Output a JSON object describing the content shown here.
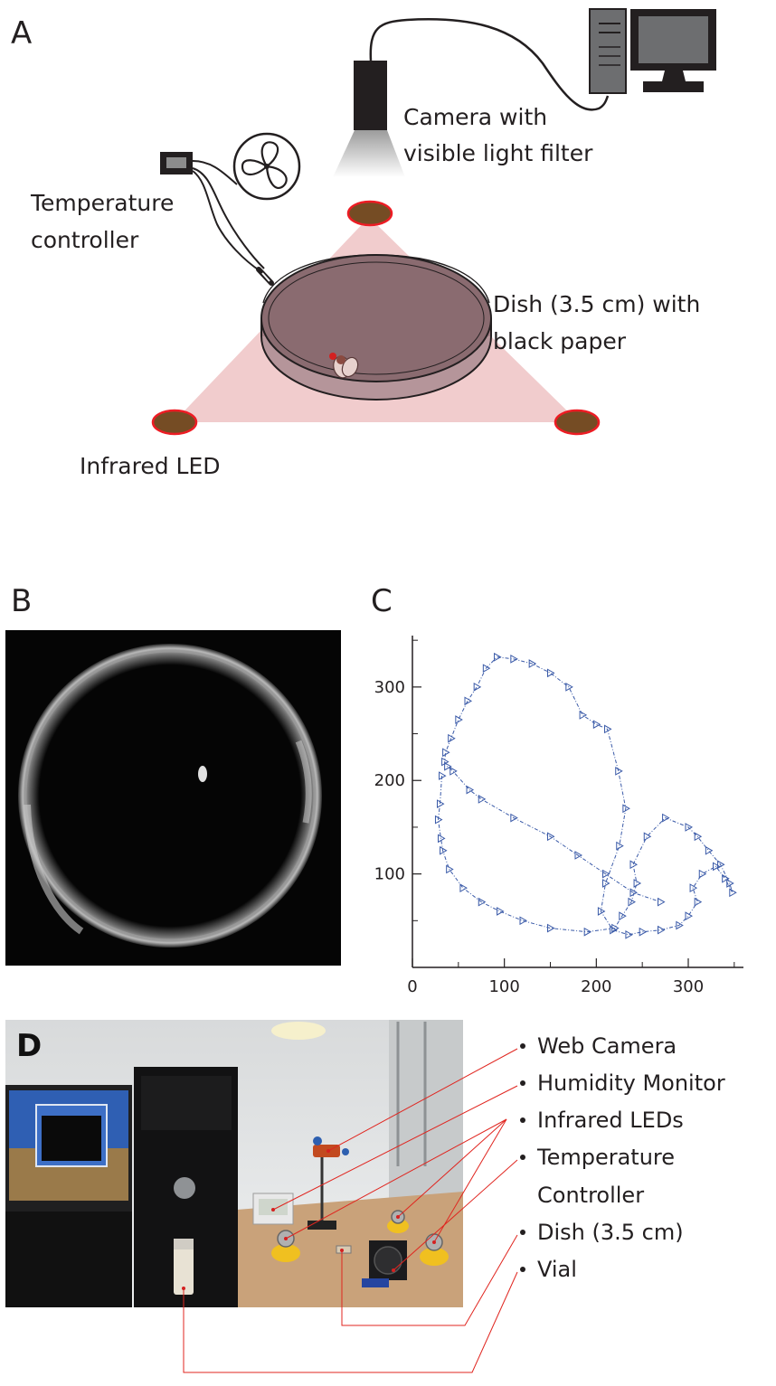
{
  "panels": {
    "a": {
      "letter": "A",
      "labels": {
        "camera_line1": "Camera with",
        "camera_line2": "visible light filter",
        "temp_line1": "Temperature",
        "temp_line2": "controller",
        "dish_line1": "Dish (3.5 cm) with",
        "dish_line2": "black paper",
        "led": "Infrared LED"
      },
      "icons": [
        "camera-icon",
        "computer-icon",
        "fan-icon",
        "temperature-controller-icon",
        "probe-icon",
        "led-icon",
        "dish-icon",
        "fly-icon"
      ]
    },
    "b": {
      "letter": "B"
    },
    "c": {
      "letter": "C"
    },
    "d": {
      "letter": "D",
      "legend": [
        "Web Camera",
        "Humidity Monitor",
        "Infrared LEDs",
        "Temperature",
        "Controller",
        "Dish (3.5 cm)",
        "Vial"
      ]
    }
  },
  "chart_data": {
    "type": "scatter",
    "title": "",
    "xlabel": "",
    "ylabel": "",
    "xlim": [
      0,
      360
    ],
    "ylim": [
      0,
      355
    ],
    "xticks": [
      0,
      100,
      200,
      300
    ],
    "yticks": [
      100,
      200,
      300
    ],
    "x_tick_labels": [
      "0",
      "100",
      "200",
      "300"
    ],
    "y_tick_labels": [
      "100",
      "200",
      "300"
    ],
    "marker": "triangle-right",
    "color": "#3a5aa8",
    "connected": true,
    "series": [
      {
        "x": [
          32,
          30,
          28,
          31,
          33,
          40,
          55,
          75,
          95,
          120,
          150,
          190,
          220,
          228,
          238,
          244,
          240,
          255,
          275,
          300,
          310,
          322,
          335,
          345,
          348,
          340,
          330,
          315,
          305,
          310,
          300,
          290,
          270,
          250,
          235,
          218,
          205,
          210,
          225,
          232,
          224,
          212,
          200,
          185,
          170,
          150,
          130,
          110,
          92,
          80,
          70,
          60,
          50,
          42,
          36,
          35,
          38,
          44,
          62,
          75,
          110,
          150,
          180,
          210,
          240,
          270
        ],
        "y": [
          205,
          175,
          158,
          138,
          125,
          105,
          85,
          70,
          60,
          50,
          42,
          38,
          42,
          55,
          70,
          90,
          110,
          140,
          160,
          150,
          140,
          125,
          110,
          90,
          80,
          95,
          108,
          100,
          85,
          70,
          55,
          45,
          40,
          38,
          35,
          40,
          60,
          90,
          130,
          170,
          210,
          255,
          260,
          270,
          300,
          315,
          325,
          330,
          332,
          320,
          300,
          285,
          265,
          245,
          230,
          220,
          215,
          210,
          190,
          180,
          160,
          140,
          120,
          100,
          80,
          70
        ]
      }
    ]
  }
}
